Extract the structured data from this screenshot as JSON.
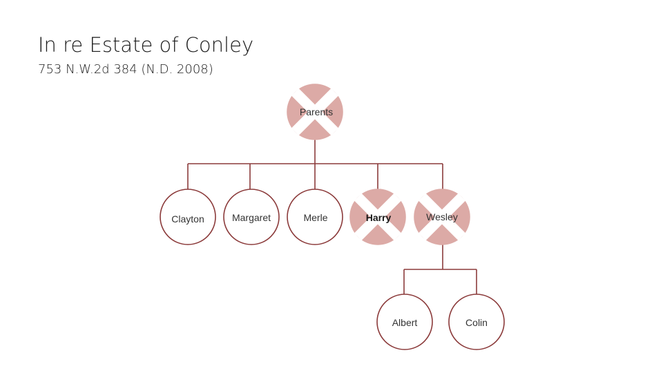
{
  "title": "In re Estate of Conley",
  "citation": "753 N.W.2d 384 (N.D. 2008)",
  "colors": {
    "line": "#8b3a3a",
    "deceased_fill": "#dcaaa6",
    "living_fill": "#ffffff"
  },
  "nodes": {
    "parents": {
      "label": "Parents",
      "deceased": true
    },
    "clayton": {
      "label": "Clayton",
      "deceased": false
    },
    "margaret": {
      "label": "Margaret",
      "deceased": false
    },
    "merle": {
      "label": "Merle",
      "deceased": false
    },
    "harry": {
      "label": "Harry",
      "deceased": true,
      "emphasis": true
    },
    "wesley": {
      "label": "Wesley",
      "deceased": true
    },
    "albert": {
      "label": "Albert",
      "deceased": false
    },
    "colin": {
      "label": "Colin",
      "deceased": false
    }
  }
}
